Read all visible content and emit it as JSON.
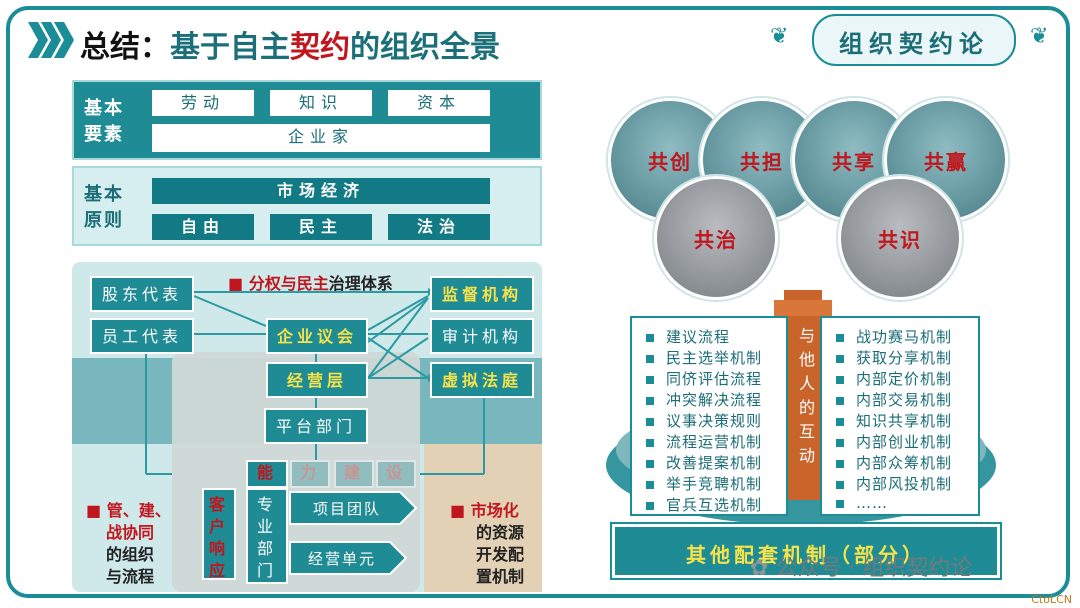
{
  "header": {
    "title_part1": "总结：",
    "title_part2": "基于自主",
    "title_part3": "契约",
    "title_part4": "的组织全景",
    "badge": "组织契约论"
  },
  "basic_elements": {
    "label_line1": "基本",
    "label_line2": "要素",
    "items": [
      "劳动",
      "知识",
      "资本"
    ],
    "entrepreneur": "企业家"
  },
  "basic_principles": {
    "label_line1": "基本",
    "label_line2": "原则",
    "market": "市场经济",
    "items": [
      "自由",
      "民主",
      "法治"
    ]
  },
  "governance": {
    "title_red": "分权与民主",
    "title_black": "治理体系",
    "shareholder_rep": "股东代表",
    "employee_rep": "员工代表",
    "council": "企业议会",
    "supervision": "监督机构",
    "audit": "审计机构",
    "management": "经营层",
    "virtual_court": "虚拟法庭",
    "platform": "平台部门",
    "capability_chars": [
      "能",
      "力",
      "建",
      "设"
    ],
    "customer_chars": [
      "客",
      "户",
      "响",
      "应"
    ],
    "professional_chars": [
      "专",
      "业",
      "部",
      "门"
    ],
    "project_team": "项目团队",
    "business_unit": "经营单元",
    "left_text": [
      "管、建、",
      "战协同",
      "的组织",
      "与流程"
    ],
    "right_text_red": "市场化",
    "right_text": [
      "的资源",
      "开发配",
      "置机制"
    ]
  },
  "circles": {
    "top": [
      "共创",
      "共担",
      "共享",
      "共赢"
    ],
    "bottom": [
      "共治",
      "共识"
    ]
  },
  "middle_chars": [
    "与",
    "他",
    "人",
    "的",
    "互",
    "动"
  ],
  "left_list": [
    "建议流程",
    "民主选举机制",
    "同侪评估流程",
    "冲突解决流程",
    "议事决策规则",
    "流程运营机制",
    "改善提案机制",
    "举手竞聘机制",
    "官兵互选机制"
  ],
  "right_list": [
    "战功赛马机制",
    "获取分享机制",
    "内部定价机制",
    "内部交易机制",
    "知识共享机制",
    "内部创业机制",
    "内部众筹机制",
    "内部风投机制",
    "……"
  ],
  "footer": {
    "bar": "其他配套机制（部分）",
    "watermark": "公众号 · 组织契约论",
    "logo": "CtoLCN"
  },
  "colors": {
    "teal": "#1f8b95",
    "red": "#c0161d",
    "yellow": "#f6e24a"
  }
}
